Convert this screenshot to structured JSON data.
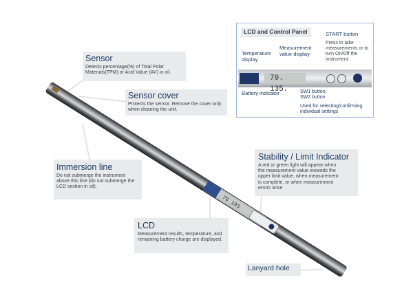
{
  "labels": {
    "sensor": {
      "title": "Sensor",
      "desc": "Detects percentage(%) of Total Polar Materials(TPM) or Acid Value (AV) in oil."
    },
    "sensor_cover": {
      "title": "Sensor cover",
      "desc": "Protects the sensor. Remove the cover only when cleaning the unit."
    },
    "immersion_line": {
      "title": "Immersion line",
      "desc": "Do not submerge the instrument above this line (do not submerge the LCD section in oil)."
    },
    "stability": {
      "title": "Stability / Limit Indicator",
      "desc": "A red or green light will appear when the measurement value exceeds the upper limit value, when measurement is complete, or when measurement errors arise."
    },
    "lcd": {
      "title": "LCD",
      "desc": "Measurement results, temperature, and remaining battery charge are displayed."
    },
    "lanyard": {
      "title": "Lanyard hole"
    }
  },
  "panel": {
    "title": "LCD and Control Panel",
    "temperature": "Temperature display",
    "measurement": "Measurement value display",
    "start_title": "START button",
    "start_desc": "Press to take measurements or to turn On/Off the instrument.",
    "battery": "Battery indicator",
    "sw": "SW1 button, SW2 button",
    "sw_desc": "Used for selecting/confirming individual settings",
    "lcd_value": "79. 135.",
    "lcd_small": "79 193"
  }
}
